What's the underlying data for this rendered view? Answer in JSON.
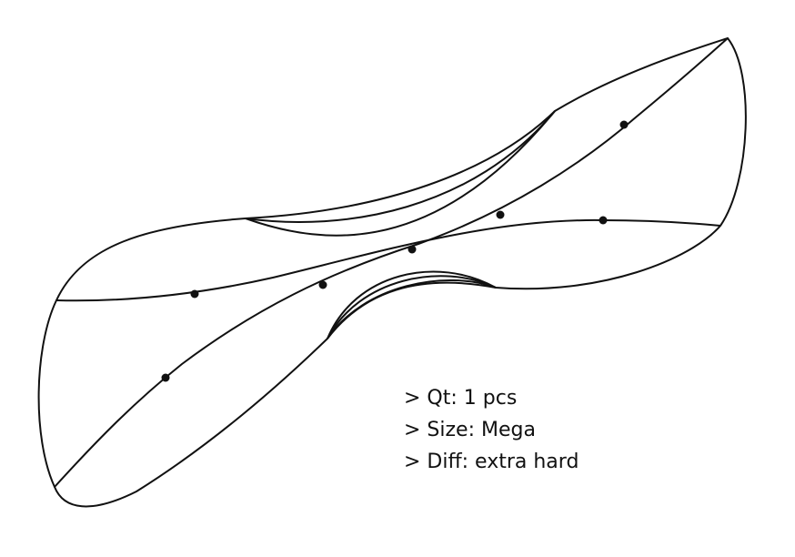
{
  "notes": {
    "qty": "> Qt: 1 pcs",
    "size": "> Size: Mega",
    "difficulty": "> Diff: extra hard"
  },
  "colors": {
    "stroke": "#111111",
    "background": "#ffffff"
  }
}
